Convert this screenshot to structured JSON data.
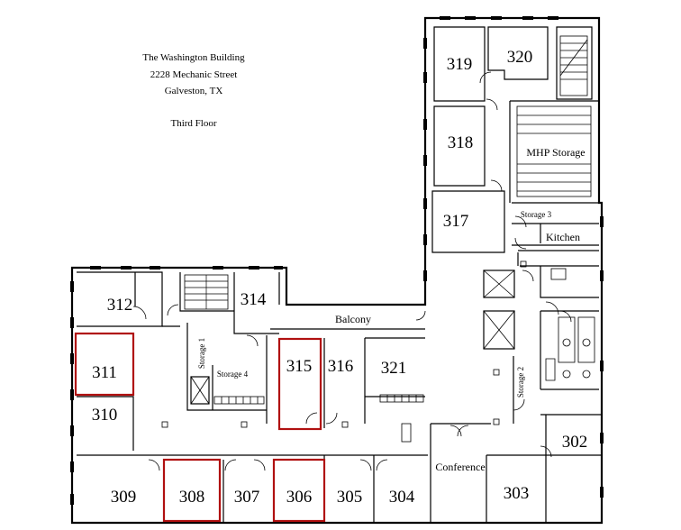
{
  "header": {
    "building_name": "The Washington Building",
    "address": "2228 Mechanic Street",
    "city": "Galveston, TX",
    "floor": "Third Floor"
  },
  "rooms": {
    "r319": "319",
    "r320": "320",
    "r318": "318",
    "r317": "317",
    "r312": "312",
    "r314": "314",
    "r311": "311",
    "r310": "310",
    "r315": "315",
    "r316": "316",
    "r321": "321",
    "r309": "309",
    "r308": "308",
    "r307": "307",
    "r306": "306",
    "r305": "305",
    "r304": "304",
    "r303": "303",
    "r302": "302"
  },
  "spaces": {
    "mhp_storage": "MHP Storage",
    "storage3": "Storage 3",
    "kitchen": "Kitchen",
    "balcony": "Balcony",
    "storage1": "Storage 1",
    "storage4": "Storage 4",
    "storage2": "Storage 2",
    "conference": "Conference"
  },
  "highlight_color": "#b01010",
  "highlighted_rooms": [
    "311",
    "315",
    "308",
    "306"
  ]
}
